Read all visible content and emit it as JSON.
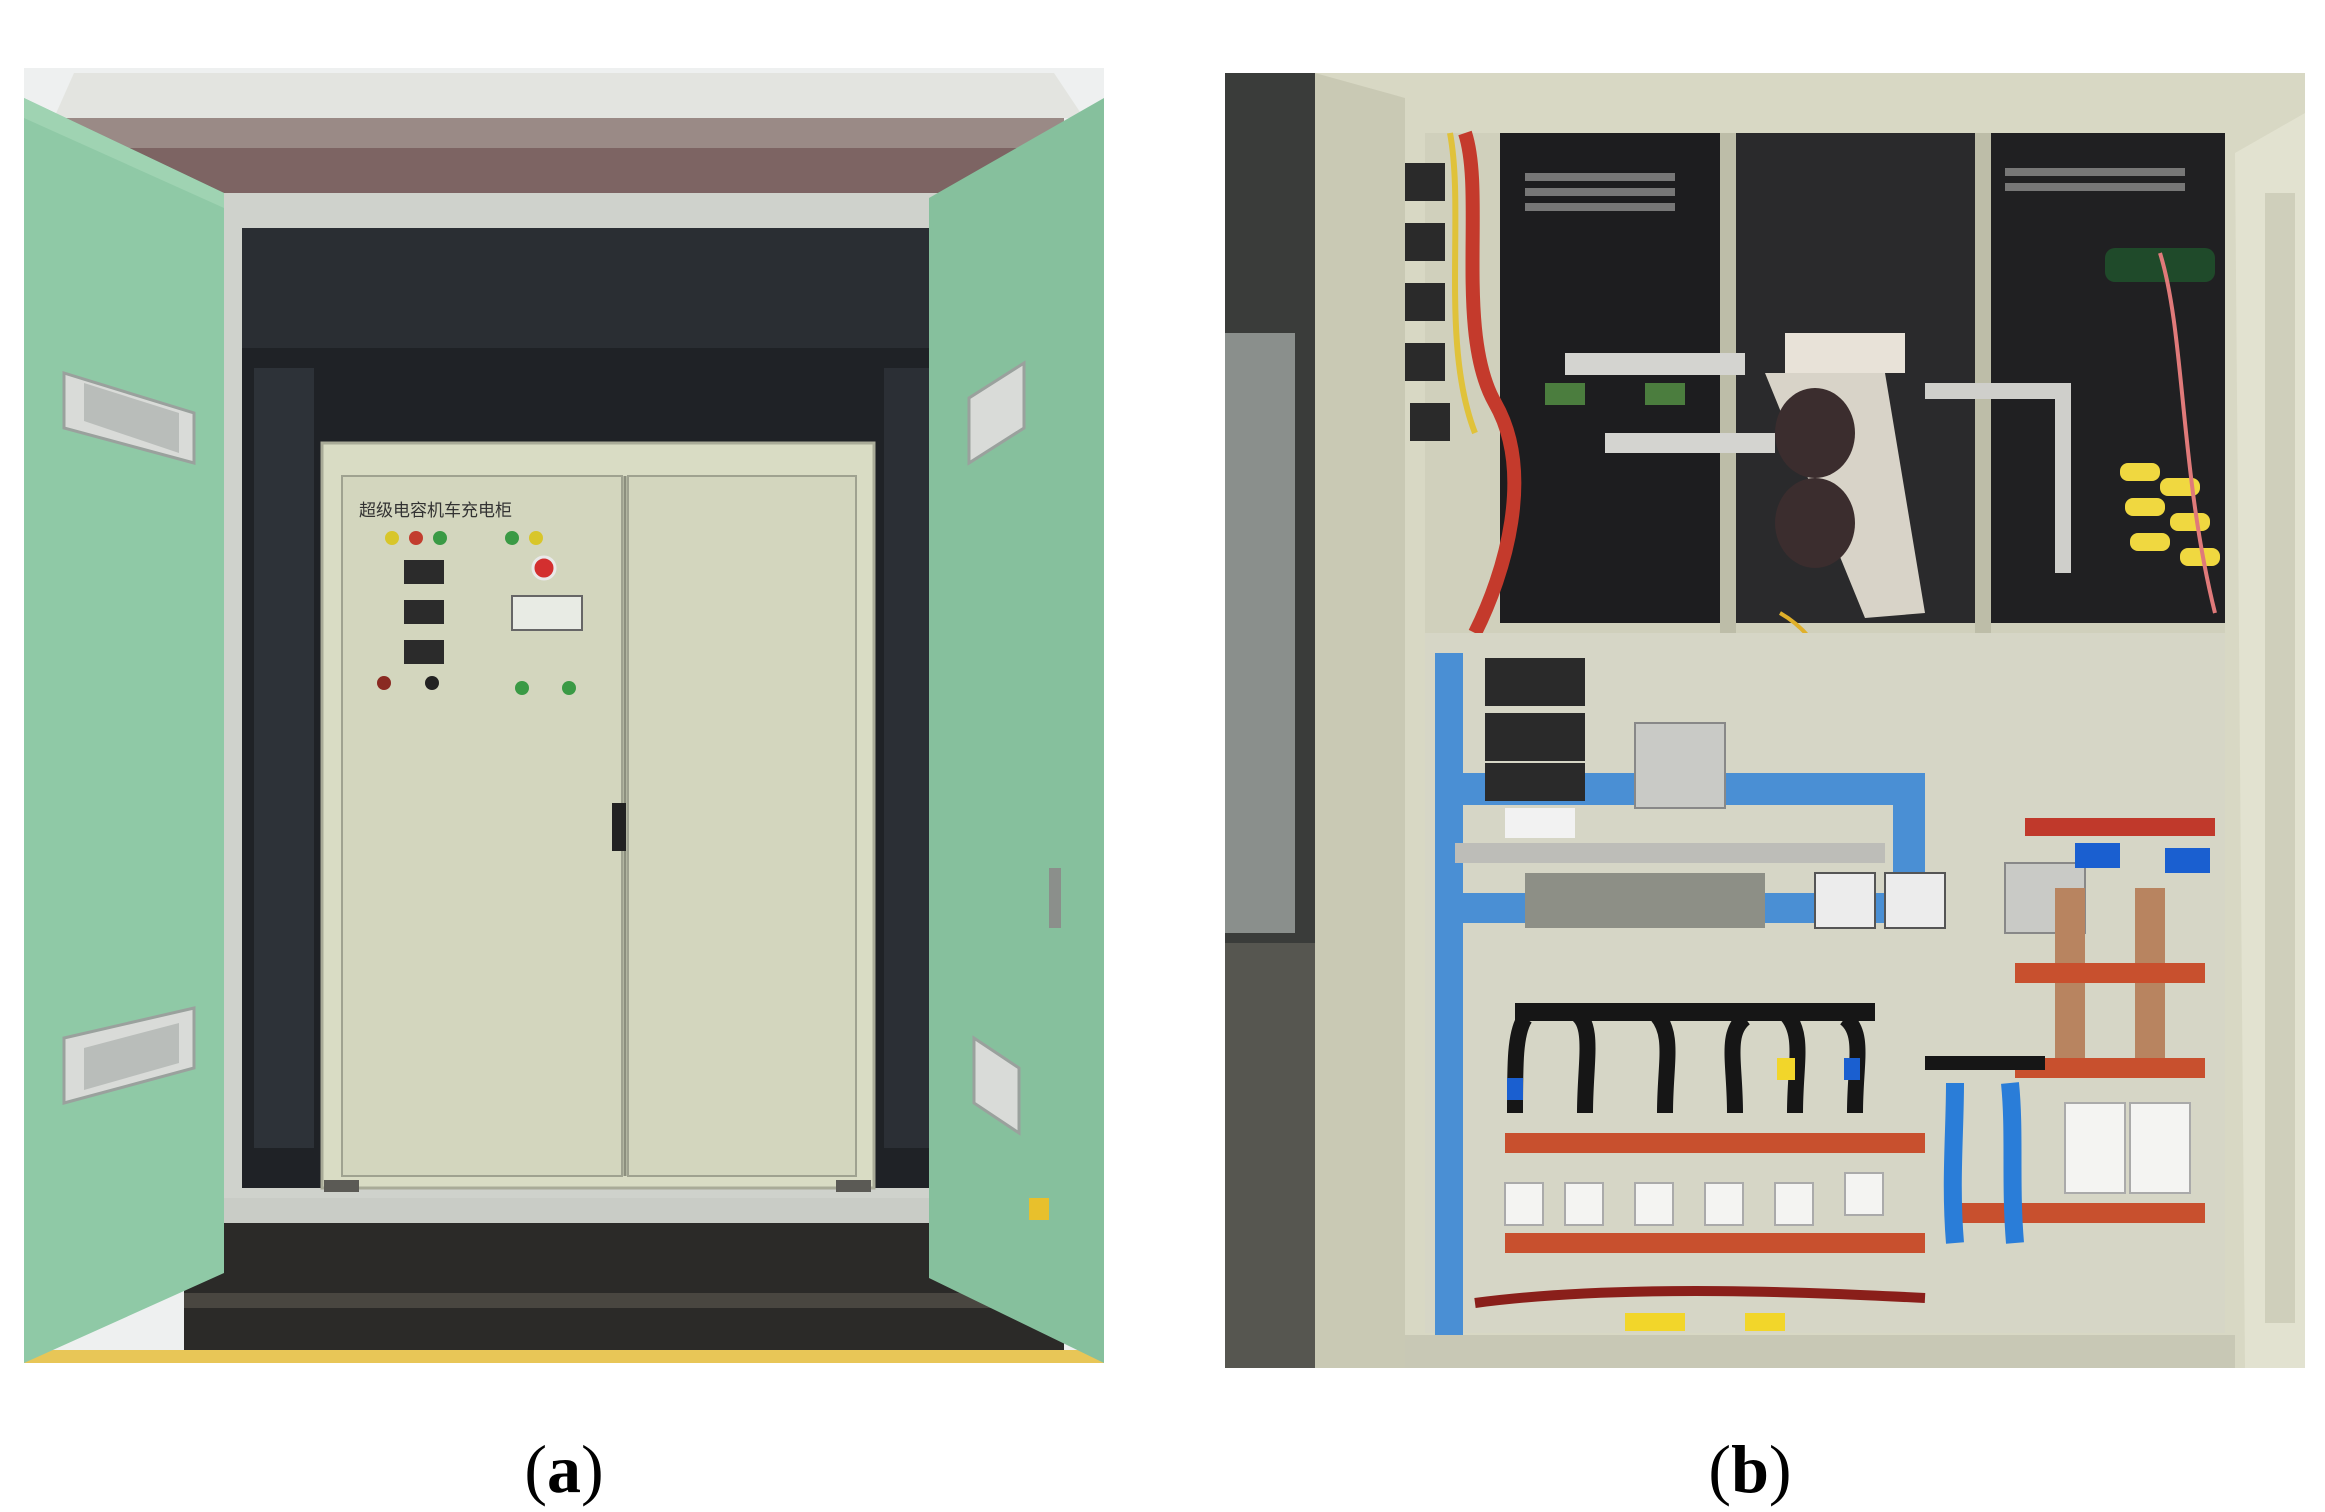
{
  "figure": {
    "panel_a": {
      "caption_open": "(",
      "caption_letter": "a",
      "caption_close": ")",
      "cabinet_label": "超级电容机车充电柜"
    },
    "panel_b": {
      "caption_open": "(",
      "caption_letter": "b",
      "caption_close": ")"
    }
  },
  "colors": {
    "door_green": "#8fc9a6",
    "cabinet_beige": "#d9dcc4",
    "busbar_blue": "#4a8fd4",
    "insulator_red": "#c8502e"
  }
}
